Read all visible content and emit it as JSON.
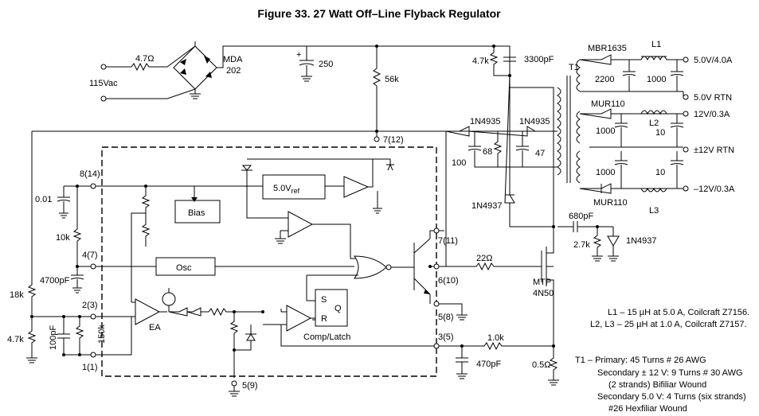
{
  "title": "Figure 33. 27 Watt Off–Line Flyback Regulator",
  "input": {
    "voltage": "115Vac",
    "resistor": "4.7Ω",
    "bridge_line1": "MDA",
    "bridge_line2": "202",
    "bulk_cap": "250",
    "startup_res": "56k"
  },
  "pins": {
    "p7": "7(12)",
    "p8": "8(14)",
    "p4": "4(7)",
    "p2": "2(3)",
    "p1": "1(1)",
    "p7b": "7(11)",
    "p6": "6(10)",
    "p5": "5(8)",
    "p3": "3(5)",
    "p5b": "5(9)"
  },
  "ic": {
    "vref": "5.0V",
    "vref_sub": "ref",
    "bias": "Bias",
    "osc": "Osc",
    "ea": "EA",
    "latch_s": "S",
    "latch_r": "R",
    "latch_q": "Q",
    "comp_latch": "Comp/Latch"
  },
  "components": {
    "c_001": "0.01",
    "r_10k": "10k",
    "c_4700": "4700pF",
    "r_18k": "18k",
    "r_47k": "4.7k",
    "c_100pf": "100pF",
    "r_150k": "150k",
    "r_22": "22Ω",
    "r_1k": "1.0k",
    "c_470": "470pF",
    "r_05": "0.5Ω",
    "mosfet1": "MTP",
    "mosfet2": "4N50",
    "snub_r": "4.7k",
    "snub_c": "3300pF",
    "d_1n4935a": "1N4935",
    "d_1n4935b": "1N4935",
    "c_100": "100",
    "r_68": "68",
    "c_47": "47",
    "d_1n4937a": "1N4937",
    "c_680": "680pF",
    "r_27k": "2.7k",
    "d_1n4937b": "1N4937",
    "t1": "T1"
  },
  "outputs": {
    "d1": "MBR1635",
    "l1": "L1",
    "c1": "2200",
    "c2": "1000",
    "o1": "5.0V/4.0A",
    "o1r": "5.0V RTN",
    "d2": "MUR110",
    "c3": "1000",
    "l2": "L2",
    "c4": "10",
    "o2": "12V/0.3A",
    "o3": "±12V RTN",
    "c5": "1000",
    "c6": "10",
    "d3": "MUR110",
    "l3": "L3",
    "o4": "–12V/0.3A"
  },
  "notes": [
    "L1 – 15 µH at 5.0 A, Coilcraft Z7156.",
    "L2, L3 – 25 µH at 1.0 A, Coilcraft Z7157."
  ],
  "xfmr_notes": [
    "T1 – Primary: 45 Turns # 26 AWG",
    "Secondary ± 12 V: 9 Turns # 30 AWG",
    "(2 strands) Bifiliar Wound",
    "Secondary 5.0 V: 4 Turns (six strands)",
    "#26 Hexfiliar Wound"
  ]
}
